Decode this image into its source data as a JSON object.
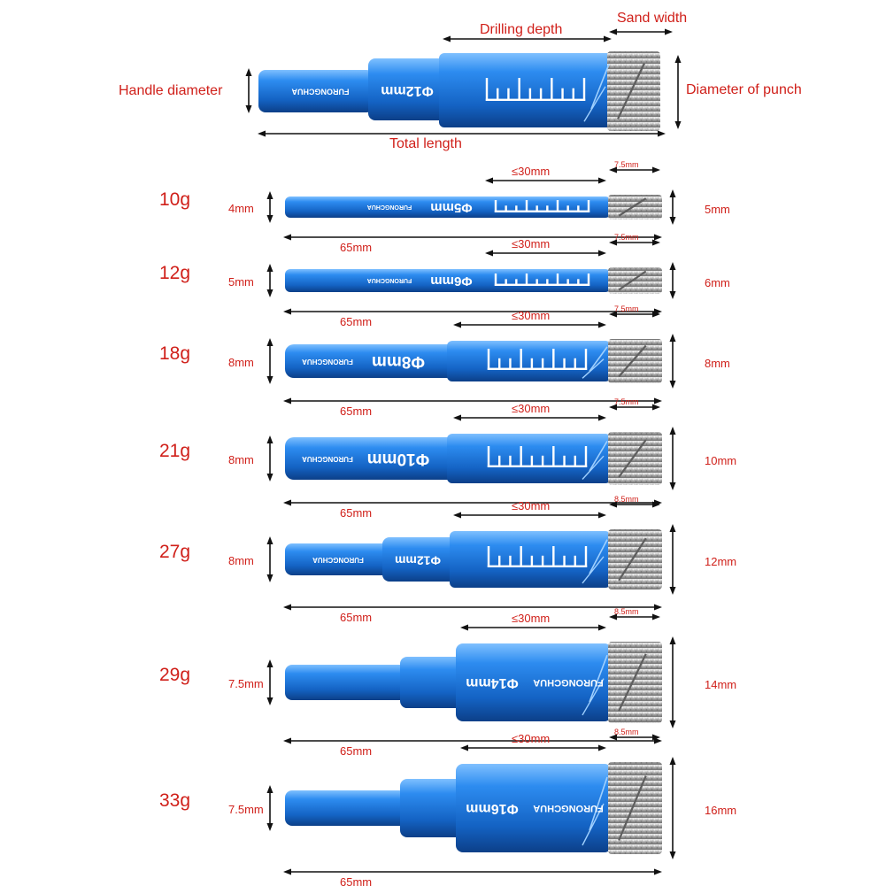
{
  "legend": {
    "handle_diameter": "Handle diameter",
    "drilling_depth": "Drilling depth",
    "sand_width": "Sand width",
    "diameter_of_punch": "Diameter of punch",
    "total_length": "Total length",
    "shaft_label": "Φ12mm",
    "brand": "FURONGCHUA"
  },
  "bits": [
    {
      "weight": "10g",
      "handle": "4mm",
      "depth": "≤30mm",
      "sand": "7.5mm",
      "length": "65mm",
      "diameter": "5mm",
      "shaft_label": "Φ5mm",
      "brand": "FURONGCHUA"
    },
    {
      "weight": "12g",
      "handle": "5mm",
      "depth": "≤30mm",
      "sand": "7.5mm",
      "length": "65mm",
      "diameter": "6mm",
      "shaft_label": "Φ6mm",
      "brand": "FURONGCHUA"
    },
    {
      "weight": "18g",
      "handle": "8mm",
      "depth": "≤30mm",
      "sand": "7.5mm",
      "length": "65mm",
      "diameter": "8mm",
      "shaft_label": "Φ8mm",
      "brand": "FURONGCHUA"
    },
    {
      "weight": "21g",
      "handle": "8mm",
      "depth": "≤30mm",
      "sand": "7.5mm",
      "length": "65mm",
      "diameter": "10mm",
      "shaft_label": "Φ10mm",
      "brand": "FURONGCHUA"
    },
    {
      "weight": "27g",
      "handle": "8mm",
      "depth": "≤30mm",
      "sand": "8.5mm",
      "length": "65mm",
      "diameter": "12mm",
      "shaft_label": "Φ12mm",
      "brand": "FURONGCHUA"
    },
    {
      "weight": "29g",
      "handle": "7.5mm",
      "depth": "≤30mm",
      "sand": "8.5mm",
      "length": "65mm",
      "diameter": "14mm",
      "shaft_label": "Φ14mm",
      "brand": "FURONGCHUA"
    },
    {
      "weight": "33g",
      "handle": "7.5mm",
      "depth": "≤30mm",
      "sand": "8.5mm",
      "length": "65mm",
      "diameter": "16mm",
      "shaft_label": "Φ16mm",
      "brand": "FURONGCHUA"
    }
  ],
  "colors": {
    "bit_blue": "#1f73d6",
    "text_red": "#d0201a",
    "grit": "#b9b9b9"
  }
}
